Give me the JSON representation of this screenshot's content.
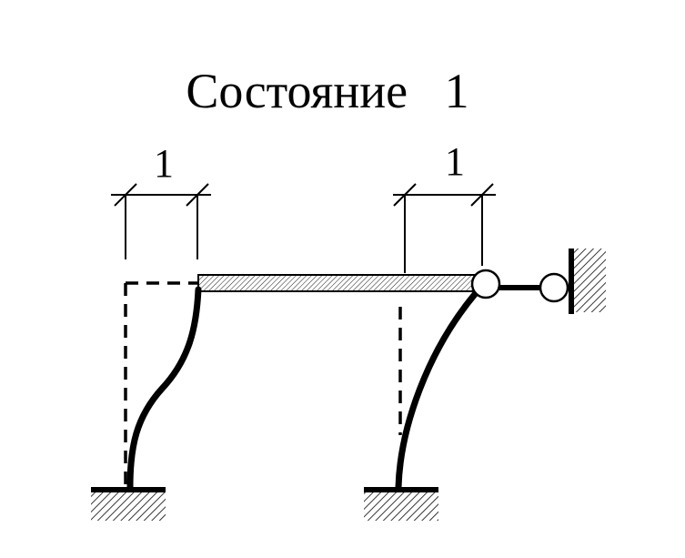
{
  "title": "Состояние   1",
  "dimensions": {
    "left_label": "1",
    "right_label": "1"
  },
  "colors": {
    "line": "#000000",
    "background": "#ffffff"
  }
}
